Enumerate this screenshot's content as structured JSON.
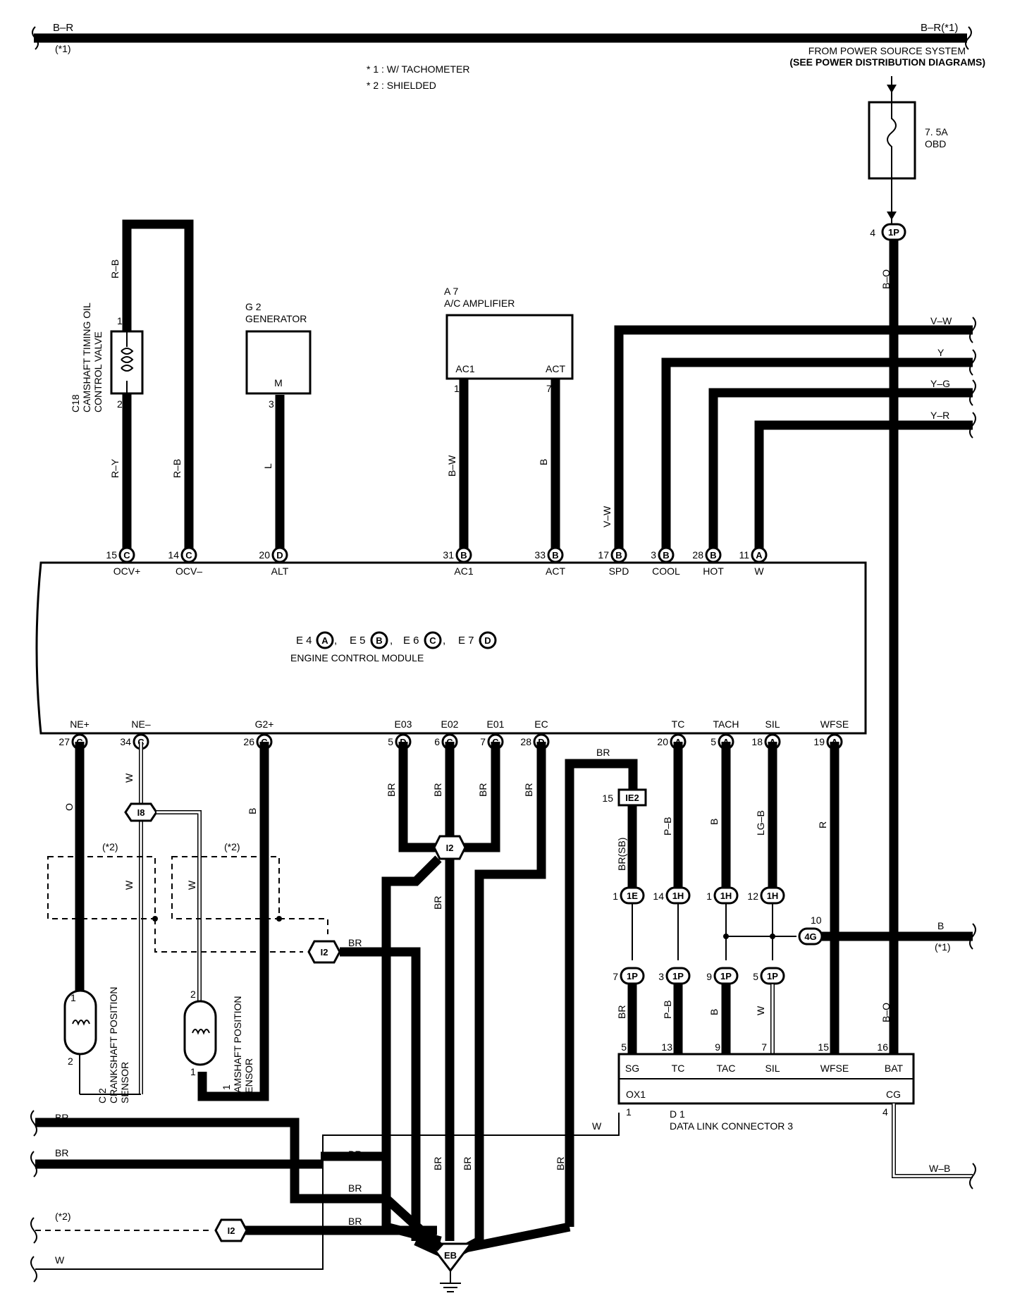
{
  "top_bus": {
    "left_label": "B–R",
    "left_note": "(*1)",
    "right_label": "B–R(*1)"
  },
  "notes": [
    "* 1 : W/ TACHOMETER",
    "* 2 : SHIELDED"
  ],
  "power_source": {
    "line1": "FROM POWER SOURCE SYSTEM",
    "line2": "(SEE POWER DISTRIBUTION DIAGRAMS)"
  },
  "fuse": {
    "rating": "7. 5A",
    "name": "OBD"
  },
  "ecm": {
    "ids": [
      "E 4",
      "E 5",
      "E 6",
      "E 7"
    ],
    "letters": [
      "A",
      "B",
      "C",
      "D"
    ],
    "name": "ENGINE CONTROL MODULE"
  },
  "top_pins": [
    {
      "num": "15",
      "conn": "C",
      "label": "OCV+"
    },
    {
      "num": "14",
      "conn": "C",
      "label": "OCV–"
    },
    {
      "num": "20",
      "conn": "D",
      "label": "ALT"
    },
    {
      "num": "31",
      "conn": "B",
      "label": "AC1"
    },
    {
      "num": "33",
      "conn": "B",
      "label": "ACT"
    },
    {
      "num": "17",
      "conn": "B",
      "label": "SPD"
    },
    {
      "num": "3",
      "conn": "B",
      "label": "COOL"
    },
    {
      "num": "28",
      "conn": "B",
      "label": "HOT"
    },
    {
      "num": "11",
      "conn": "A",
      "label": "W"
    }
  ],
  "bottom_pins": [
    {
      "num": "27",
      "conn": "C",
      "label": "NE+"
    },
    {
      "num": "34",
      "conn": "C",
      "label": "NE–"
    },
    {
      "num": "26",
      "conn": "C",
      "label": "G2+"
    },
    {
      "num": "5",
      "conn": "D",
      "label": "E03"
    },
    {
      "num": "6",
      "conn": "C",
      "label": "E02"
    },
    {
      "num": "7",
      "conn": "C",
      "label": "E01"
    },
    {
      "num": "28",
      "conn": "D",
      "label": "EC"
    },
    {
      "num": "20",
      "conn": "A",
      "label": "TC"
    },
    {
      "num": "5",
      "conn": "A",
      "label": "TACH"
    },
    {
      "num": "18",
      "conn": "A",
      "label": "SIL"
    },
    {
      "num": "19",
      "conn": "A",
      "label": "WFSE"
    }
  ],
  "components": {
    "c18": {
      "id": "C18",
      "line1": "CAMSHAFT TIMING OIL",
      "line2": "CONTROL VALVE",
      "pin1": "1",
      "pin2": "2"
    },
    "g2": {
      "id": "G 2",
      "name": "GENERATOR",
      "pin": "M",
      "pinnum": "3"
    },
    "a7": {
      "id": "A 7",
      "name": "A/C AMPLIFIER",
      "pin1": "AC1",
      "pin2": "ACT",
      "num1": "1",
      "num2": "7"
    },
    "c2": {
      "id": "C 2",
      "line1": "CRANKSHAFT POSITION",
      "line2": "SENSOR",
      "pin1": "1",
      "pin2": "2"
    },
    "c1": {
      "id": "C 1",
      "line1": "CAMSHAFT POSITION",
      "line2": "SENSOR",
      "pin1": "2",
      "pin2": "1"
    },
    "dlc": {
      "id": "D 1",
      "name": "DATA LINK CONNECTOR 3",
      "pins": [
        "SG",
        "TC",
        "TAC",
        "SIL",
        "WFSE",
        "BAT"
      ],
      "nums": [
        "5",
        "13",
        "9",
        "7",
        "15",
        "16"
      ],
      "ox": "OX1",
      "cg": "CG",
      "ox_num": "1",
      "cg_num": "4"
    }
  },
  "wires": {
    "rb1": "R–B",
    "rb2": "R–B",
    "ry": "R–Y",
    "l": "L",
    "bw": "B–W",
    "b": "B",
    "vw": "V–W",
    "right_vw": "V–W",
    "right_y": "Y",
    "right_yg": "Y–G",
    "right_yr": "Y–R",
    "bo1": "B–O",
    "bo2": "B–O",
    "o": "O",
    "w1": "W",
    "w2": "W",
    "w3": "W",
    "b2": "B",
    "br": "BR",
    "brsb": "BR(SB)",
    "pb1": "P–B",
    "pb2": "P–B",
    "b3": "B",
    "b4": "B",
    "lgb": "LG–B",
    "r": "R",
    "w4": "W",
    "right_b": "B",
    "right_b_note": "(*1)",
    "wb": "W–B",
    "w_bottom": "W",
    "shield_note": "(*2)",
    "shield1": "(*2)",
    "shield2": "(*2)",
    "br_i2": "BR",
    "br_dlc": "BR",
    "w_dlc": "W"
  },
  "connectors": {
    "1P_top": "1P",
    "1P_top_num": "4",
    "I8": "I8",
    "I2_center": "I2",
    "I2_left": "I2",
    "I2_bottom": "I2",
    "IE2": "IE2",
    "IE2_num": "15",
    "1E": "1E",
    "1H": "1H",
    "4G": "4G",
    "4G_num": "10",
    "1P": "1P",
    "EB": "EB"
  },
  "mid_nums": {
    "c1e": "1",
    "h1": "14",
    "h2": "1",
    "h3": "12",
    "p1": "7",
    "p2": "3",
    "p3": "9",
    "p4": "5"
  },
  "ground_labels": [
    "BR",
    "BR",
    "BR",
    "BR",
    "BR"
  ]
}
